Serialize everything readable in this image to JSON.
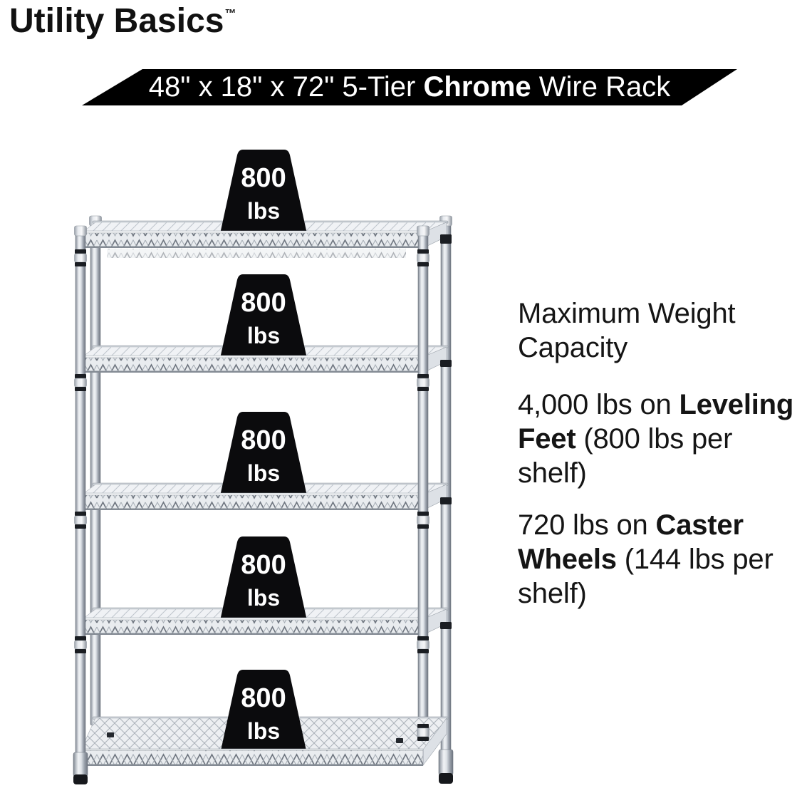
{
  "brand": {
    "name": "Utility Basics",
    "trademark": "™"
  },
  "banner": {
    "text_regular_start": "48\" x 18\" x 72\" 5-Tier ",
    "text_bold": "Chrome",
    "text_regular_end": " Wire Rack",
    "background": "#000000",
    "text_color": "#ffffff"
  },
  "capacity_info": {
    "heading": "Maximum Weight\nCapacity",
    "leveling_pre": "4,000 lbs on ",
    "leveling_bold": "Leveling\nFeet",
    "leveling_post": " (800 lbs per\nshelf)",
    "caster_pre": "720 lbs on ",
    "caster_bold": "Caster\nWheels",
    "caster_post": " (144 lbs per\nshelf)"
  },
  "rack": {
    "type": "5-tier chrome wire shelving unit",
    "tiers": [
      {
        "weight": "800",
        "unit": "lbs"
      },
      {
        "weight": "800",
        "unit": "lbs"
      },
      {
        "weight": "800",
        "unit": "lbs"
      },
      {
        "weight": "800",
        "unit": "lbs"
      },
      {
        "weight": "800",
        "unit": "lbs"
      }
    ]
  },
  "colors": {
    "background": "#ffffff",
    "banner_bg": "#000000",
    "body_text": "#151515",
    "weight_badge": "#0b0b0d",
    "chrome_light": "#f1f3f6",
    "chrome_dark": "#6e7580",
    "foot_tip": "#16181c"
  }
}
